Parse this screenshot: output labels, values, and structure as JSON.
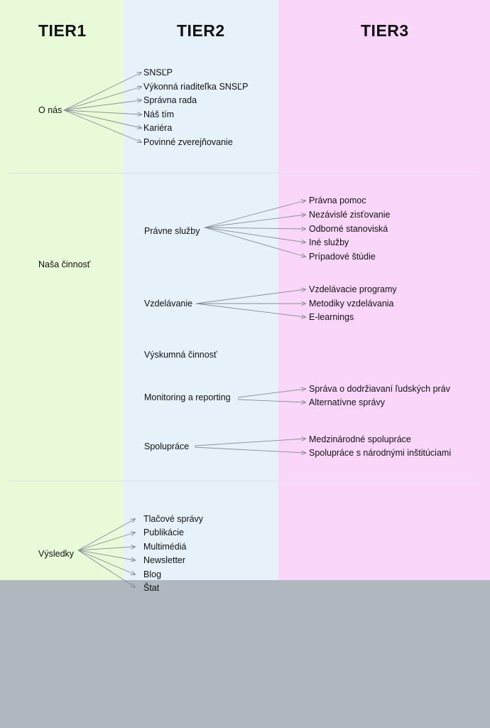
{
  "headers": {
    "tier1": "TIER1",
    "tier2": "TIER2",
    "tier3": "TIER3"
  },
  "sections": [
    {
      "label": "O nás",
      "children": [
        {
          "label": "SNSĽP"
        },
        {
          "label": "Výkonná riaditeľka SNSĽP"
        },
        {
          "label": "Správna rada"
        },
        {
          "label": "Náš tím"
        },
        {
          "label": "Kariéra"
        },
        {
          "label": "Povinné zverejňovanie"
        }
      ]
    },
    {
      "label": "Naša činnosť",
      "children": [
        {
          "label": "Právne služby",
          "children": [
            "Právna pomoc",
            "Nezávislé zisťovanie",
            "Odborné stanoviská",
            "Iné služby",
            "Prípadové štúdie"
          ]
        },
        {
          "label": "Vzdelávanie",
          "children": [
            "Vzdelávacie programy",
            "Metodiky vzdelávania",
            "E-learnings"
          ]
        },
        {
          "label": "Výskumná činnosť",
          "children": []
        },
        {
          "label": "Monitoring a reporting",
          "children": [
            "Správa o dodržiavaní ľudských práv",
            "Alternatívne správy"
          ]
        },
        {
          "label": "Spolupráce",
          "children": [
            "Medzinárodné spolupráce",
            "Spolupráce s národnými inštitúciami"
          ]
        }
      ]
    },
    {
      "label": "Výsledky",
      "children": [
        {
          "label": "Tlačové správy"
        },
        {
          "label": "Publikácie"
        },
        {
          "label": "Multimédiá"
        },
        {
          "label": "Newsletter"
        },
        {
          "label": "Blog"
        },
        {
          "label": "Štat"
        }
      ]
    }
  ]
}
